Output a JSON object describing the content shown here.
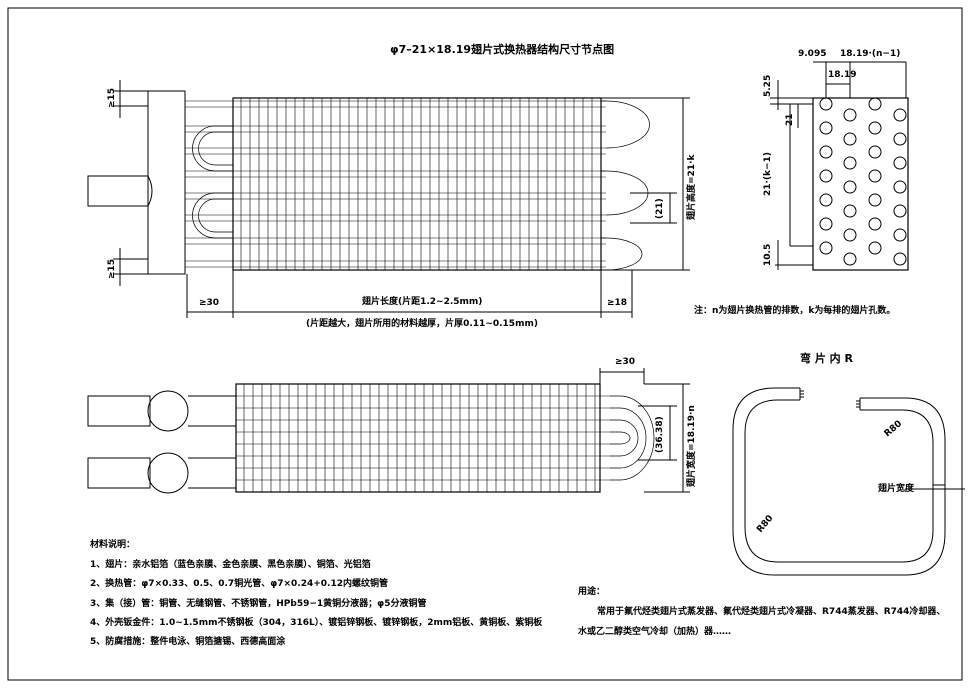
{
  "title": "φ7–21×18.19翅片式换热器结构尺寸节点图",
  "top_view": {
    "dim_top_left": "≥15",
    "dim_bottom_left": "≥15",
    "dim_pitch": "(21)",
    "dim_height": "翅片高度=21·k",
    "dim_left_gap": "≥30",
    "dim_length": "翅片长度(片距1.2~2.5mm)",
    "dim_right_gap": "≥18",
    "note_spacing": "(片距越大，翅片所用的材料越厚，片厚0.11~0.15mm)"
  },
  "side_view": {
    "dim_9095": "9.095",
    "dim_pitch_n": "18.19·(n−1)",
    "dim_1819": "18.19",
    "dim_525": "5.25",
    "dim_21": "21",
    "dim_21k": "21·(k−1)",
    "dim_105": "10.5"
  },
  "note_nk": "注：n为翅片换热管的排数，k为每排的翅片孔数。",
  "bend": {
    "title": "弯 片 内 R",
    "r_top": "R80",
    "r_bottom": "R80",
    "width_label": "翅片宽度"
  },
  "front_view": {
    "dim_right_gap": "≥30",
    "dim_pitch": "(36.38)",
    "dim_width": "翅片宽度=18.19·n"
  },
  "materials": {
    "heading": "材料说明：",
    "items": [
      "1、翅片：亲水铝箔（蓝色亲膜、金色亲膜、黑色亲膜）、铜箔、光铝箔",
      "2、换热管：φ7×0.33、0.5、0.7铜光管、φ7×0.24+0.12内螺纹铜管",
      "3、集（接）管：铜管、无缝钢管、不锈钢管，HPb59−1黄铜分液器；φ5分液铜管",
      "4、外壳钣金件：1.0~1.5mm不锈钢板（304，316L）、镀铝锌钢板、镀锌钢板，2mm铝板、黄铜板、紫铜板",
      "5、防腐措施：整件电泳、铜箔搪锡、西德高面涂"
    ]
  },
  "usage": {
    "heading": "用途：",
    "line1": "常用于氟代烃类翅片式蒸发器、氟代烃类翅片式冷凝器、R744蒸发器、R744冷却器、",
    "line2": "水或乙二醇类空气冷却（加热）器……"
  }
}
